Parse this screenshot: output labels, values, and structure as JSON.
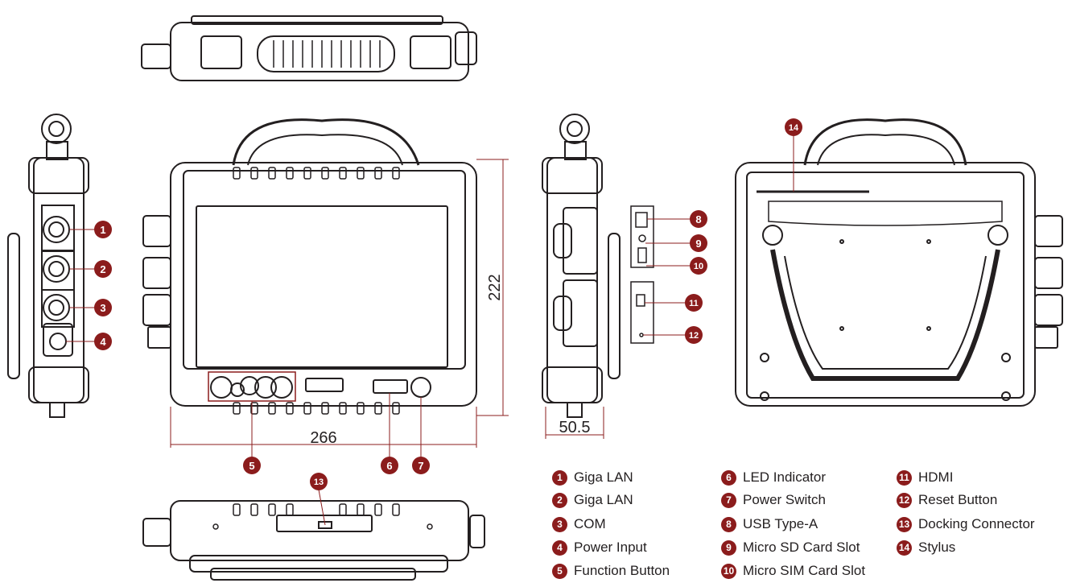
{
  "colors": {
    "accent": "#8b1c1c",
    "line": "#231f20"
  },
  "dimensions": {
    "front_height": "222",
    "front_width": "266",
    "side_depth": "50.5"
  },
  "callouts": [
    "1",
    "2",
    "3",
    "4",
    "5",
    "6",
    "7",
    "8",
    "9",
    "10",
    "11",
    "12",
    "13",
    "14"
  ],
  "legend": [
    {
      "num": "1",
      "label": "Giga LAN"
    },
    {
      "num": "2",
      "label": "Giga LAN"
    },
    {
      "num": "3",
      "label": "COM"
    },
    {
      "num": "4",
      "label": "Power Input"
    },
    {
      "num": "5",
      "label": "Function Button"
    },
    {
      "num": "6",
      "label": "LED Indicator"
    },
    {
      "num": "7",
      "label": "Power Switch"
    },
    {
      "num": "8",
      "label": "USB Type-A"
    },
    {
      "num": "9",
      "label": "Micro SD Card Slot"
    },
    {
      "num": "10",
      "label": "Micro SIM Card Slot"
    },
    {
      "num": "11",
      "label": "HDMI"
    },
    {
      "num": "12",
      "label": "Reset Button"
    },
    {
      "num": "13",
      "label": "Docking Connector"
    },
    {
      "num": "14",
      "label": "Stylus"
    }
  ]
}
